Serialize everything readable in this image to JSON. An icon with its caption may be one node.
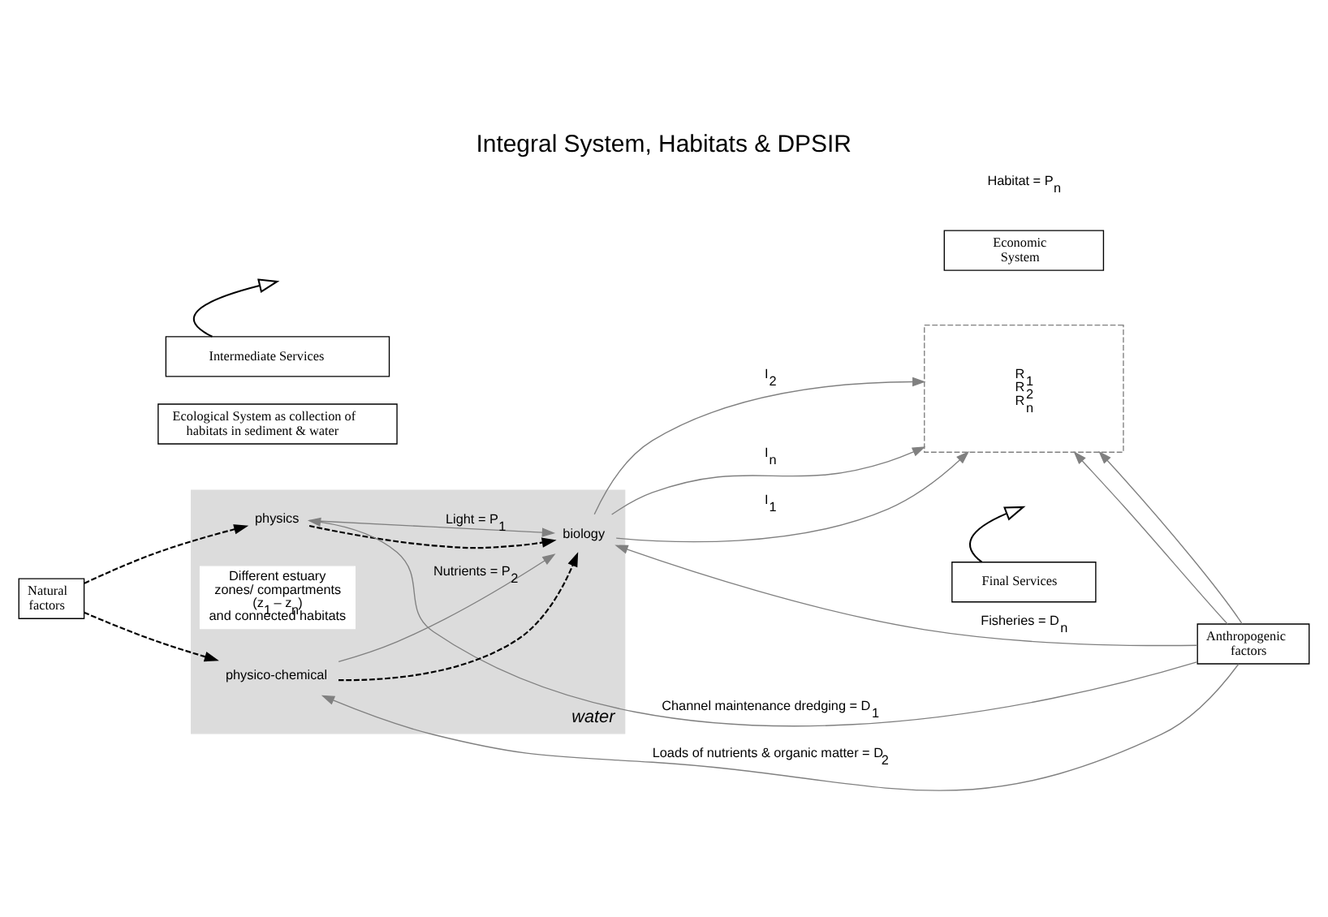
{
  "diagram": {
    "title": "Integral System, Habitats & DPSIR",
    "nodes": [
      {
        "text": [
          "Ecological System as collection of habitats in sediment & water"
        ]
      },
      {
        "text": [
          "Economic System"
        ]
      },
      {
        "text": [
          "water"
        ]
      },
      {
        "text": [
          "physics"
        ],
        "in": 2
      },
      {
        "text": [
          "Different estuary zones/ compartments (z$_{1}$ – z$_{n}$) and connected habitats"
        ],
        "in": 2
      },
      {
        "text": [
          "biology"
        ],
        "in": 2
      },
      {
        "text": [
          "physico-chemical"
        ],
        "in": 2
      },
      {
        "text": [
          "Natural factors"
        ]
      },
      {
        "text": [
          "R$_{1}$",
          "R$_{2}$",
          "R$_{n}$"
        ]
      },
      {
        "text": [
          "Anthropogenic factors"
        ]
      },
      {
        "text": [
          "Intermediate Services"
        ]
      },
      {
        "text": [
          "Final Services"
        ]
      }
    ],
    "edges": [
      {
        "from": 7,
        "to": 3,
        "arrow": "to",
        "style": "dashed",
        "color": "#000000"
      },
      {
        "from": 7,
        "to": 6,
        "arrow": "to",
        "style": "dashed",
        "color": "#000000"
      },
      {
        "from": 3,
        "to": 5,
        "arrow": "to",
        "style": "dashed",
        "color": "#000000"
      },
      {
        "from": 6,
        "to": 5,
        "arrow": "to",
        "style": "dashed",
        "color": "#000000"
      },
      {
        "from": 9,
        "to": 3,
        "arrow": "to",
        "label": "Channel maintenance dredging = D$_{1}$"
      },
      {
        "from": 3,
        "to": 5,
        "arrow": "to",
        "label": "Light = P$_{1}$"
      },
      {
        "from": 9,
        "to": 6,
        "arrow": "to",
        "label": "Loads of nutrients & organic matter = D$_{2}$"
      },
      {
        "from": 6,
        "to": 5,
        "arrow": "to",
        "label": "Nutrients = P$_{2}$"
      },
      {
        "from": 9,
        "to": 5,
        "arrow": "to",
        "label": "Fisheries = D$_{n}$"
      },
      {
        "from": 9,
        "to": 8,
        "arrow": "to"
      },
      {
        "from": 9,
        "to": 8,
        "arrow": "to"
      },
      {
        "from": 5,
        "to": 8,
        "arrow": "to",
        "label": "I$_{1}$"
      },
      {
        "from": 5,
        "to": 8,
        "arrow": "to",
        "label": "I$_{2}$"
      },
      {
        "from": 5,
        "to": 8,
        "arrow": "to",
        "label": "I$_{n}$"
      },
      {
        "from": 10,
        "to": null,
        "arrow": "to",
        "color": "#000000"
      },
      {
        "from": 11,
        "to": null,
        "arrow": "to",
        "color": "#000000"
      }
    ],
    "labels": [
      "Habitat = P$_{n}$"
    ]
  }
}
